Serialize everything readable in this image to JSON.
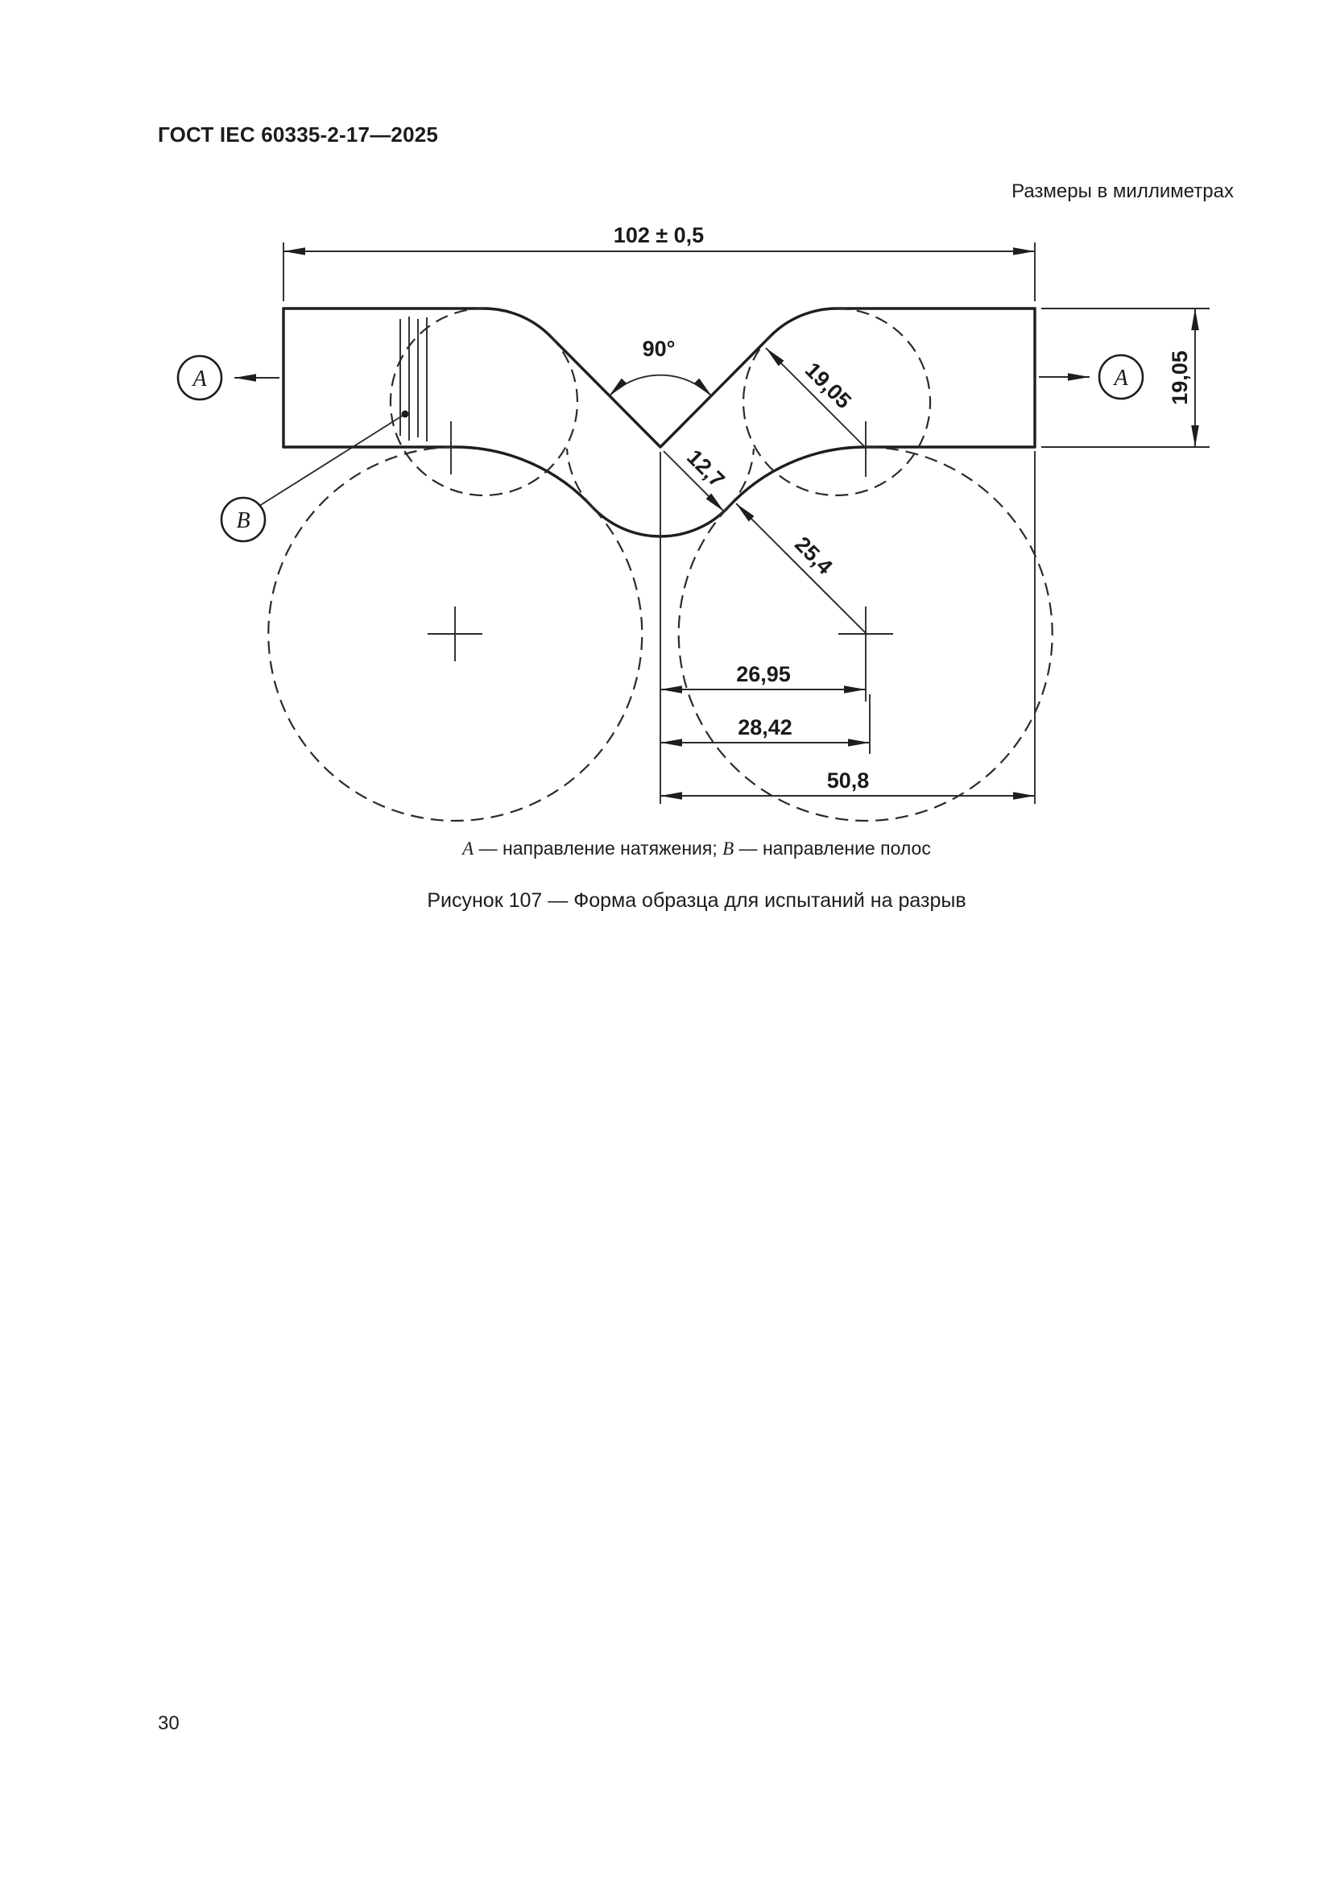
{
  "page": {
    "header": "ГОСТ IEC 60335-2-17—2025",
    "units_note": "Размеры в миллиметрах",
    "page_number": "30"
  },
  "figure": {
    "title": "Рисунок 107 — Форма образца для испытаний на разрыв",
    "legend": {
      "a_label": "А",
      "a_text": " — направление натяжения; ",
      "b_label": "В",
      "b_text": " — направление полос"
    }
  },
  "drawing": {
    "labels": {
      "a": "A",
      "b": "B"
    },
    "dims": {
      "length": "102 ± 0,5",
      "angle": "90°",
      "diag": "19,05",
      "width": "19,05",
      "r_small": "12,7",
      "r_large": "25,4",
      "c1": "26,95",
      "c2": "28,42",
      "half": "50,8"
    }
  }
}
